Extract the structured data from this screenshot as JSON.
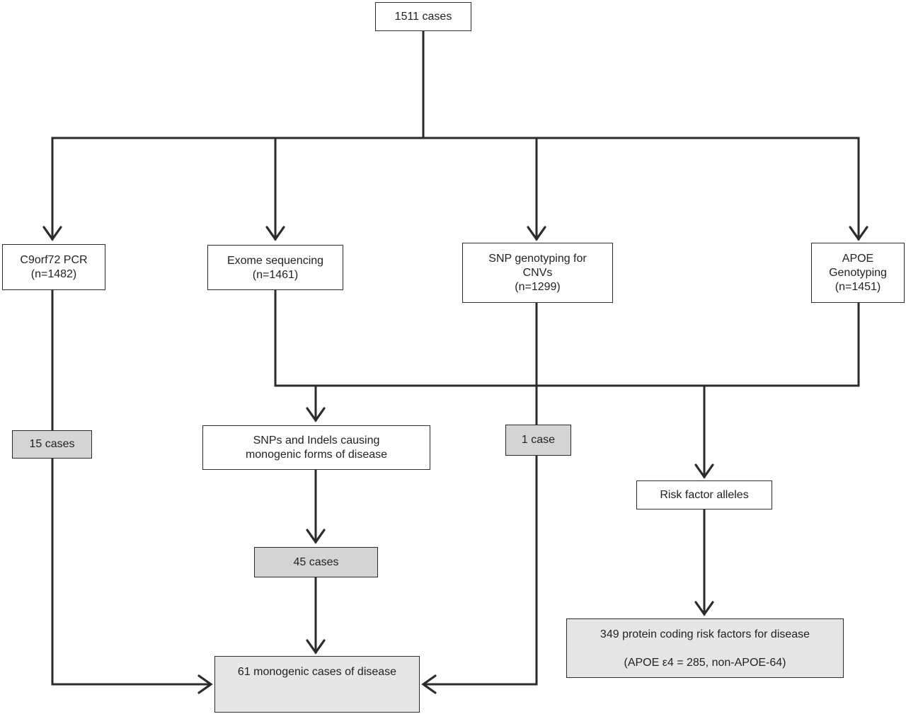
{
  "boxes": {
    "total": [
      "1511 cases"
    ],
    "c9orf72": [
      "C9orf72 PCR",
      "(n=1482)"
    ],
    "exome": [
      "Exome sequencing",
      "(n=1461)"
    ],
    "snp_cnv": [
      "SNP genotyping for",
      "CNVs",
      "(n=1299)"
    ],
    "apoe": [
      "APOE",
      "Genotyping",
      "(n=1451)"
    ],
    "c9_cases": [
      "15 cases"
    ],
    "snps_indels": [
      "SNPs and Indels causing",
      "monogenic forms of disease"
    ],
    "cnv_cases": [
      "1 case"
    ],
    "risk_alleles": [
      "Risk factor alleles"
    ],
    "exome_cases": [
      "45 cases"
    ],
    "risk_factors": [
      "349 protein coding risk factors for disease",
      "",
      "(APOE ε4 = 285, non-APOE-64)"
    ],
    "monogenic": [
      "61 monogenic cases of disease"
    ]
  },
  "colors": {
    "line": "#2b2b2b",
    "count_box_fill": "#d4d4d4",
    "result_box_fill": "#e6e6e6",
    "default_box_fill": "#ffffff"
  }
}
